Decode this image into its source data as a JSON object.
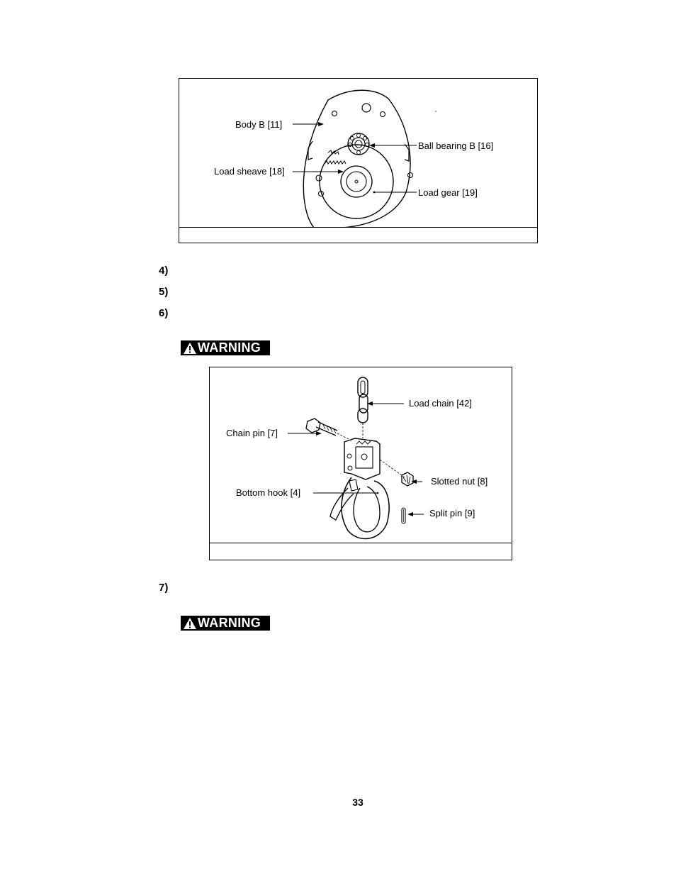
{
  "figure1": {
    "callouts": {
      "body_b": "Body B [11]",
      "ball_bearing_b": "Ball bearing B [16]",
      "load_sheave": "Load sheave [18]",
      "load_gear": "Load gear [19]"
    }
  },
  "steps": {
    "s4": "4)",
    "s5": "5)",
    "s6": "6)",
    "s7": "7)"
  },
  "warning_label": "WARNING",
  "figure2": {
    "callouts": {
      "load_chain": "Load chain [42]",
      "chain_pin": "Chain pin [7]",
      "slotted_nut": "Slotted nut [8]",
      "bottom_hook": "Bottom hook [4]",
      "split_pin": "Split pin [9]"
    }
  },
  "page_number": "33"
}
